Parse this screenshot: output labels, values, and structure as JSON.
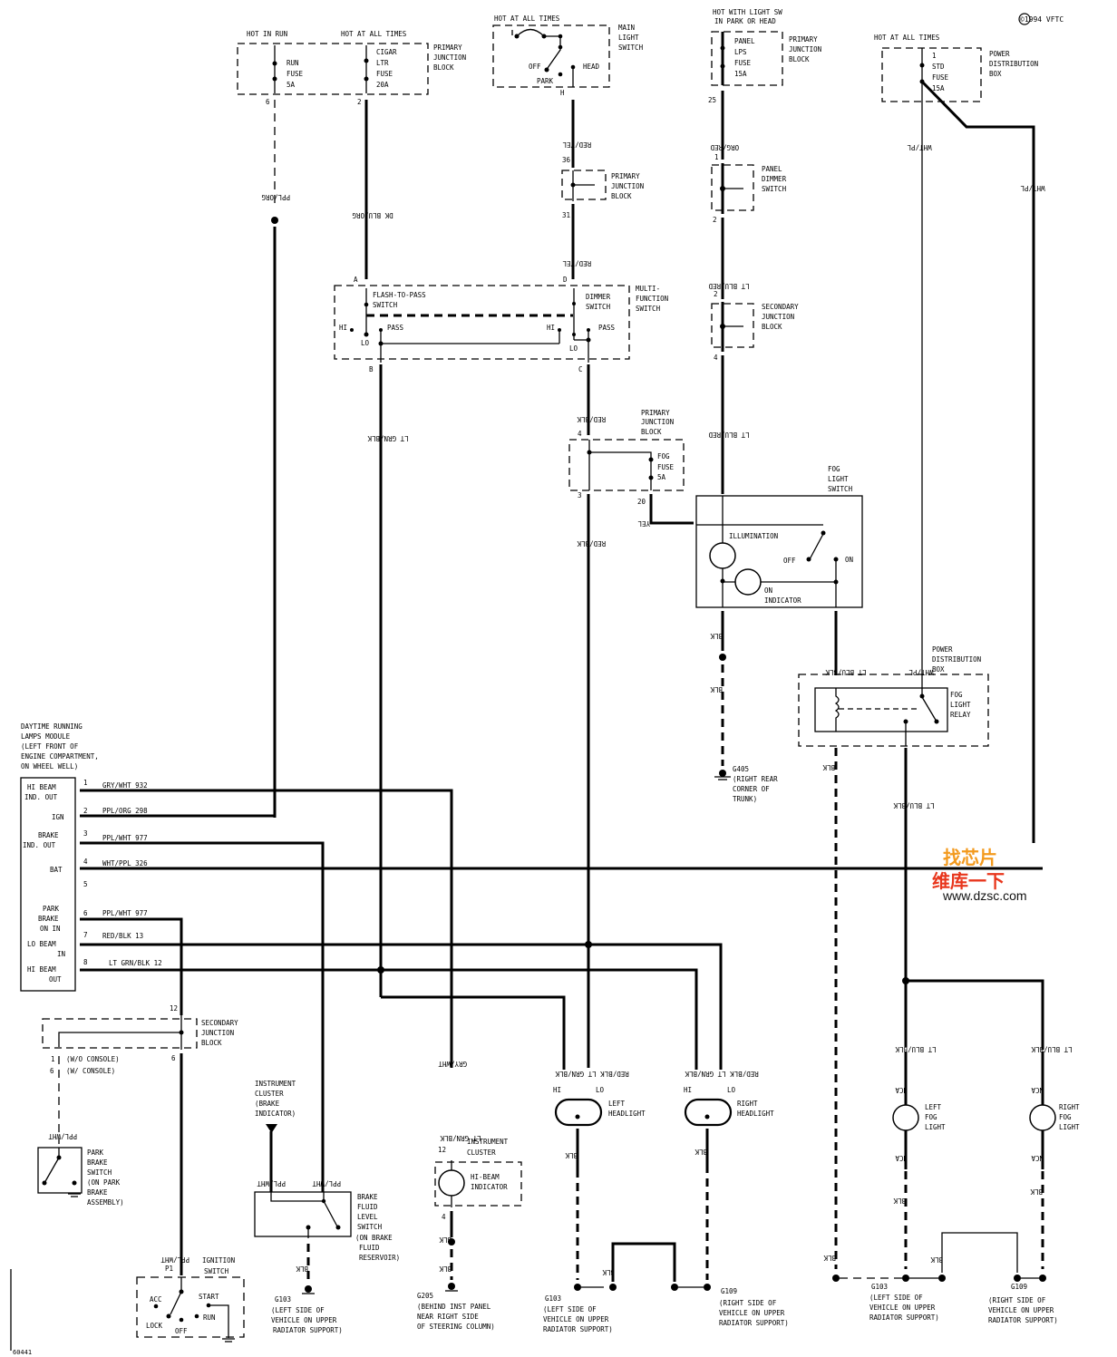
{
  "copyright": "©1994 VFTC",
  "figure_id": "60441",
  "watermark": {
    "line1": "找芯片",
    "line2": "维库一下",
    "url": "www.dzsc.com"
  },
  "top": {
    "hot_in_run": "HOT IN RUN",
    "hot_at_all_times_1": "HOT AT ALL TIMES",
    "hot_at_all_times_2": "HOT AT ALL TIMES",
    "hot_with_light_sw_1": "HOT WITH LIGHT SW",
    "hot_with_light_sw_2": "IN PARK OR HEAD",
    "hot_at_all_times_3": "HOT AT ALL TIMES"
  },
  "pjb1": {
    "label": [
      "PRIMARY",
      "JUNCTION",
      "BLOCK"
    ],
    "run_fuse": [
      "RUN",
      "FUSE",
      "5A"
    ],
    "cigar_fuse": [
      "CIGAR",
      "LTR",
      "FUSE",
      "20A"
    ],
    "pin_run": "6",
    "pin_cigar": "2"
  },
  "main_light_switch": {
    "label": [
      "MAIN",
      "LIGHT",
      "SWITCH"
    ],
    "off": "OFF",
    "park": "PARK",
    "head": "HEAD",
    "pin": "H"
  },
  "panel_fuse": {
    "text": [
      "PANEL",
      "LPS",
      "FUSE",
      "15A"
    ],
    "label": [
      "PRIMARY",
      "JUNCTION",
      "BLOCK"
    ],
    "pin": "25"
  },
  "pdb_top": {
    "text": [
      "1",
      "STD",
      "FUSE",
      "15A"
    ],
    "label": [
      "POWER",
      "DISTRIBUTION",
      "BOX"
    ]
  },
  "pjb2": {
    "label": [
      "PRIMARY",
      "JUNCTION",
      "BLOCK"
    ],
    "pin_in": "36",
    "pin_out": "31"
  },
  "panel_dimmer": {
    "label": [
      "PANEL",
      "DIMMER",
      "SWITCH"
    ],
    "pin_in": "1",
    "pin_out": "2"
  },
  "sec_jb_top": {
    "label": [
      "SECONDARY",
      "JUNCTION",
      "BLOCK"
    ],
    "pin_in": "2",
    "pin_out": "4"
  },
  "multi_function": {
    "label": [
      "MULTI-",
      "FUNCTION",
      "SWITCH"
    ],
    "flash": [
      "FLASH-TO-PASS",
      "SWITCH"
    ],
    "dimmer": [
      "DIMMER",
      "SWITCH"
    ],
    "hi": "HI",
    "lo": "LO",
    "pass": "PASS",
    "pins": {
      "a": "A",
      "b": "B",
      "c": "C",
      "d": "D"
    }
  },
  "fog_fuse_block": {
    "label": [
      "PRIMARY",
      "JUNCTION",
      "BLOCK"
    ],
    "fuse": [
      "FOG",
      "FUSE",
      "5A"
    ],
    "pin_in": "4",
    "pin_out": "3",
    "pin_fuse": "20"
  },
  "fog_switch": {
    "label": [
      "FOG",
      "LIGHT",
      "SWITCH"
    ],
    "illumination": "ILLUMINATION",
    "off": "OFF",
    "on": "ON",
    "indicator": [
      "ON",
      "INDICATOR"
    ]
  },
  "fog_relay": {
    "label": [
      "FOG",
      "LIGHT",
      "RELAY"
    ],
    "pdb_label": [
      "POWER",
      "DISTRIBUTION",
      "BOX"
    ]
  },
  "g405": {
    "id": "G405",
    "desc": [
      "(RIGHT REAR",
      "CORNER OF",
      "TRUNK)"
    ]
  },
  "wire_labels": {
    "ppl_org": "PPL/ORG",
    "dk_blu_org": "DK BLU/ORG",
    "red_yel_1": "RED/YEL",
    "red_yel_2": "RED/YEL",
    "org_red": "ORG/RED",
    "lt_blu_red_1": "LT BLU/RED",
    "lt_blu_red_2": "LT BLU/RED",
    "wht_pl_1": "WHT/PL",
    "wht_pl_2": "WHT/PL",
    "wht_pl_3": "WHT/PL",
    "lt_grn_blk": "LT GRN/BLK",
    "red_blk_1": "RED/BLK",
    "red_blk_2": "RED/BLK",
    "yel": "YEL",
    "blk": "BLK",
    "lt_blu_blk_1": "LT BLU/BLK",
    "lt_blu_blk_2": "LT BLU/BLK",
    "lt_blu_blk_3": "LT BLU/BLK",
    "lt_blu_blk_4": "LT BLU/BLK",
    "gry_wht": "GRY/WHT",
    "ppl_wht": "PPL/WHT",
    "hl_wires": "RED/BLK LT GRN/BLK",
    "nca": "NCA"
  },
  "drl_module": {
    "title": [
      "DAYTIME RUNNING",
      "LAMPS MODULE",
      "(LEFT FRONT OF",
      "ENGINE COMPARTMENT,",
      "ON WHEEL WELL)"
    ],
    "pins": [
      {
        "num": "1",
        "name": [
          "HI BEAM",
          "IND. OUT"
        ],
        "wire": "GRY/WHT  932"
      },
      {
        "num": "2",
        "name": [
          "IGN"
        ],
        "wire": "PPL/ORG  298"
      },
      {
        "num": "3",
        "name": [
          "BRAKE",
          "IND. OUT"
        ],
        "wire": "PPL/WHT  977"
      },
      {
        "num": "4",
        "name": [
          "BAT"
        ],
        "wire": "WHT/PPL  326"
      },
      {
        "num": "5",
        "name": [],
        "wire": ""
      },
      {
        "num": "6",
        "name": [
          "PARK",
          "BRAKE",
          "ON IN"
        ],
        "wire": "PPL/WHT  977"
      },
      {
        "num": "7",
        "name": [
          "LO BEAM",
          "IN"
        ],
        "wire": "RED/BLK  13"
      },
      {
        "num": "8",
        "name": [
          "HI BEAM",
          "OUT"
        ],
        "wire": "LT GRN/BLK 12"
      }
    ]
  },
  "sec_jb_bottom": {
    "label": [
      "SECONDARY",
      "JUNCTION",
      "BLOCK"
    ],
    "pin_top": "12",
    "pin_left": "1",
    "pin_left_alt": "6",
    "pin_right": "6",
    "wo_console": "(W/O CONSOLE)",
    "w_console": "(W/ CONSOLE)"
  },
  "park_brake_switch": {
    "label": [
      "PARK",
      "BRAKE",
      "SWITCH",
      "(ON PARK",
      "BRAKE",
      "ASSEMBLY)"
    ]
  },
  "ignition_switch": {
    "label": [
      "IGNITION",
      "SWITCH"
    ],
    "pin": "P1",
    "acc": "ACC",
    "lock": "LOCK",
    "off": "OFF",
    "run": "RUN",
    "start": "START"
  },
  "instrument_brake": {
    "label": [
      "INSTRUMENT",
      "CLUSTER",
      "(BRAKE",
      "INDICATOR)"
    ]
  },
  "brake_fluid": {
    "label": [
      "BRAKE",
      "FLUID",
      "LEVEL",
      "SWITCH",
      "(ON BRAKE",
      "FLUID",
      "RESERVOIR)"
    ]
  },
  "hi_beam_ind": {
    "label": [
      "INSTRUMENT",
      "CLUSTER"
    ],
    "ind": [
      "HI-BEAM",
      "INDICATOR"
    ],
    "pin_in": "12",
    "pin_out": "4"
  },
  "headlights": {
    "left": {
      "label": [
        "LEFT",
        "HEADLIGHT"
      ],
      "hi": "HI",
      "lo": "LO"
    },
    "right": {
      "label": [
        "RIGHT",
        "HEADLIGHT"
      ],
      "hi": "HI",
      "lo": "LO"
    }
  },
  "fog_lights": {
    "left": [
      "LEFT",
      "FOG",
      "LIGHT"
    ],
    "right": [
      "RIGHT",
      "FOG",
      "LIGHT"
    ]
  },
  "grounds": {
    "g103_a": {
      "id": "G103",
      "desc": [
        "(LEFT SIDE OF",
        "VEHICLE ON UPPER",
        "RADIATOR SUPPORT)"
      ]
    },
    "g205": {
      "id": "G205",
      "desc": [
        "(BEHIND INST PANEL",
        "NEAR RIGHT SIDE",
        "OF STEERING COLUMN)"
      ]
    },
    "g103_b": {
      "id": "G103",
      "desc": [
        "(LEFT SIDE OF",
        "VEHICLE ON UPPER",
        "RADIATOR SUPPORT)"
      ]
    },
    "g109_a": {
      "id": "G109",
      "desc": [
        "(RIGHT SIDE OF",
        "VEHICLE ON UPPER",
        "RADIATOR SUPPORT)"
      ]
    },
    "g103_c": {
      "id": "G103",
      "desc": [
        "(LEFT SIDE OF",
        "VEHICLE ON UPPER",
        "RADIATOR SUPPORT)"
      ]
    },
    "g109_b": {
      "id": "G109",
      "desc": [
        "(RIGHT SIDE OF",
        "VEHICLE ON UPPER",
        "RADIATOR SUPPORT)"
      ]
    }
  }
}
